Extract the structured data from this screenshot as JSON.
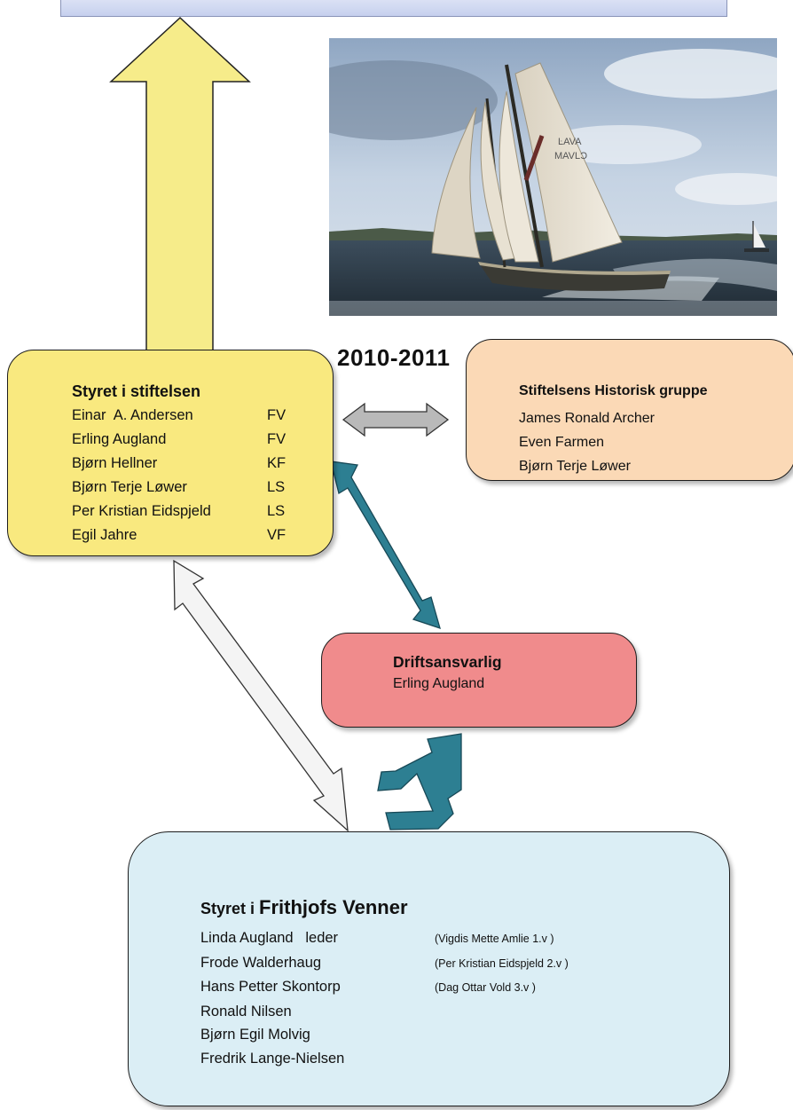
{
  "year_label": "2010-2011",
  "styret_stiftelsen": {
    "title": "Styret i stiftelsen",
    "members": [
      {
        "name": "Einar  A. Andersen",
        "code": "FV"
      },
      {
        "name": "Erling Augland",
        "code": "FV"
      },
      {
        "name": "Bjørn Hellner",
        "code": "KF"
      },
      {
        "name": "Bjørn Terje Løwer",
        "code": "LS"
      },
      {
        "name": "Per Kristian Eidspjeld",
        "code": "LS"
      },
      {
        "name": "Egil Jahre",
        "code": "VF"
      }
    ]
  },
  "historisk_gruppe": {
    "title": "Stiftelsens Historisk gruppe",
    "members": [
      "James Ronald Archer",
      "Even Farmen",
      "Bjørn Terje Løwer"
    ]
  },
  "driftsansvarlig": {
    "title": "Driftsansvarlig",
    "name": "Erling Augland"
  },
  "frithjofs_venner": {
    "title_prefix": "Styret i ",
    "title_main": "Frithjofs Venner",
    "members": [
      {
        "name": "Linda Augland   leder",
        "vara": "(Vigdis Mette Amlie 1.v )"
      },
      {
        "name": "Frode Walderhaug",
        "vara": "(Per Kristian Eidspjeld 2.v )"
      },
      {
        "name": "Hans Petter Skontorp",
        "vara": "(Dag Ottar Vold 3.v )"
      },
      {
        "name": "Ronald Nilsen",
        "vara": ""
      },
      {
        "name": "Bjørn Egil Molvig",
        "vara": ""
      },
      {
        "name": "Fredrik Lange-Nielsen",
        "vara": ""
      }
    ]
  },
  "colors": {
    "styret_fill": "#f9e97f",
    "historisk_fill": "#fbd9b6",
    "drifts_fill": "#f08b8c",
    "frithjofs_fill": "#dbeef5",
    "teal_arrow": "#2d7f92",
    "yellow_arrow": "#f6ec8a",
    "grey_arrow": "#b9b9b9"
  },
  "icons": {
    "photo": "sailboat-photo",
    "yellow_arrow": "up-arrow-icon",
    "grey_arrow": "double-arrow-horizontal-icon",
    "teal_arrow": "double-arrow-diagonal-icon",
    "white_arrow": "double-arrow-diagonal-icon"
  }
}
